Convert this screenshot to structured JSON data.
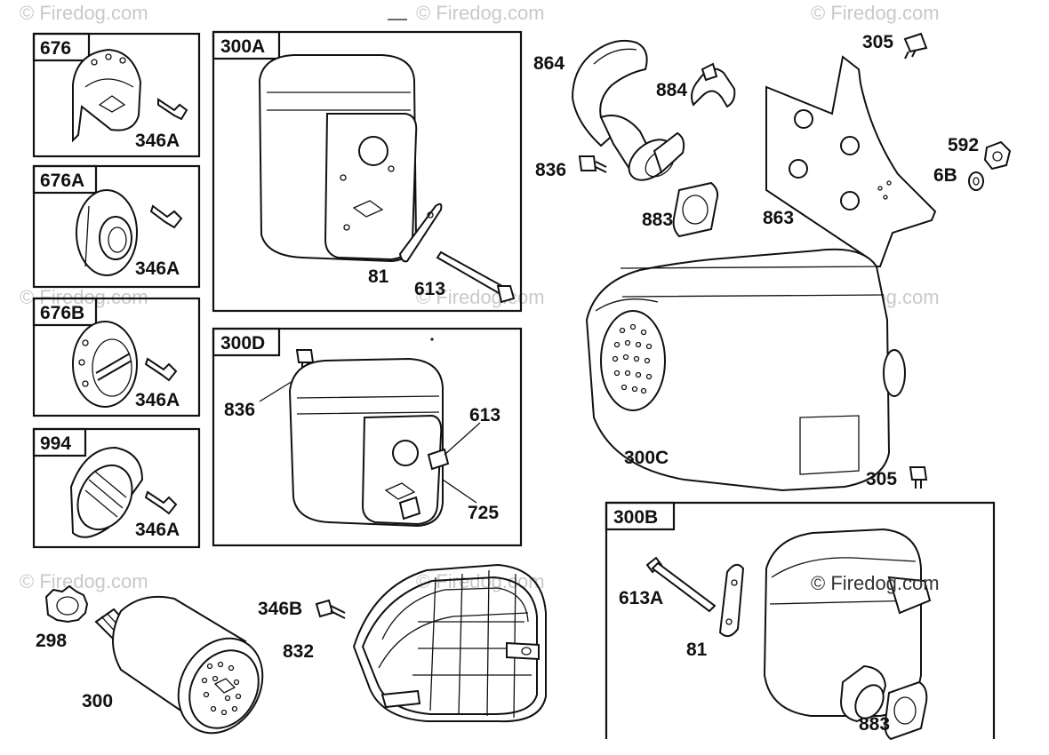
{
  "watermark": "© Firedog.com",
  "inner_watermark": "© Firedog.com",
  "boxes": {
    "b676": "676",
    "b676A": "676A",
    "b676B": "676B",
    "b994": "994",
    "b300A": "300A",
    "b300D": "300D",
    "b300B": "300B"
  },
  "labels": {
    "l346A_1": "346A",
    "l346A_2": "346A",
    "l346A_3": "346A",
    "l346A_4": "346A",
    "l81_a": "81",
    "l613_a": "613",
    "l836_a": "836",
    "l613_d": "613",
    "l725": "725",
    "l864": "864",
    "l884": "884",
    "l836_b": "836",
    "l883_a": "883",
    "l305_a": "305",
    "l863": "863",
    "l592": "592",
    "l6B": "6B",
    "l300C": "300C",
    "l305_b": "305",
    "l298": "298",
    "l300": "300",
    "l346B": "346B",
    "l832": "832",
    "l613A": "613A",
    "l81_b": "81",
    "l883_b": "883"
  }
}
